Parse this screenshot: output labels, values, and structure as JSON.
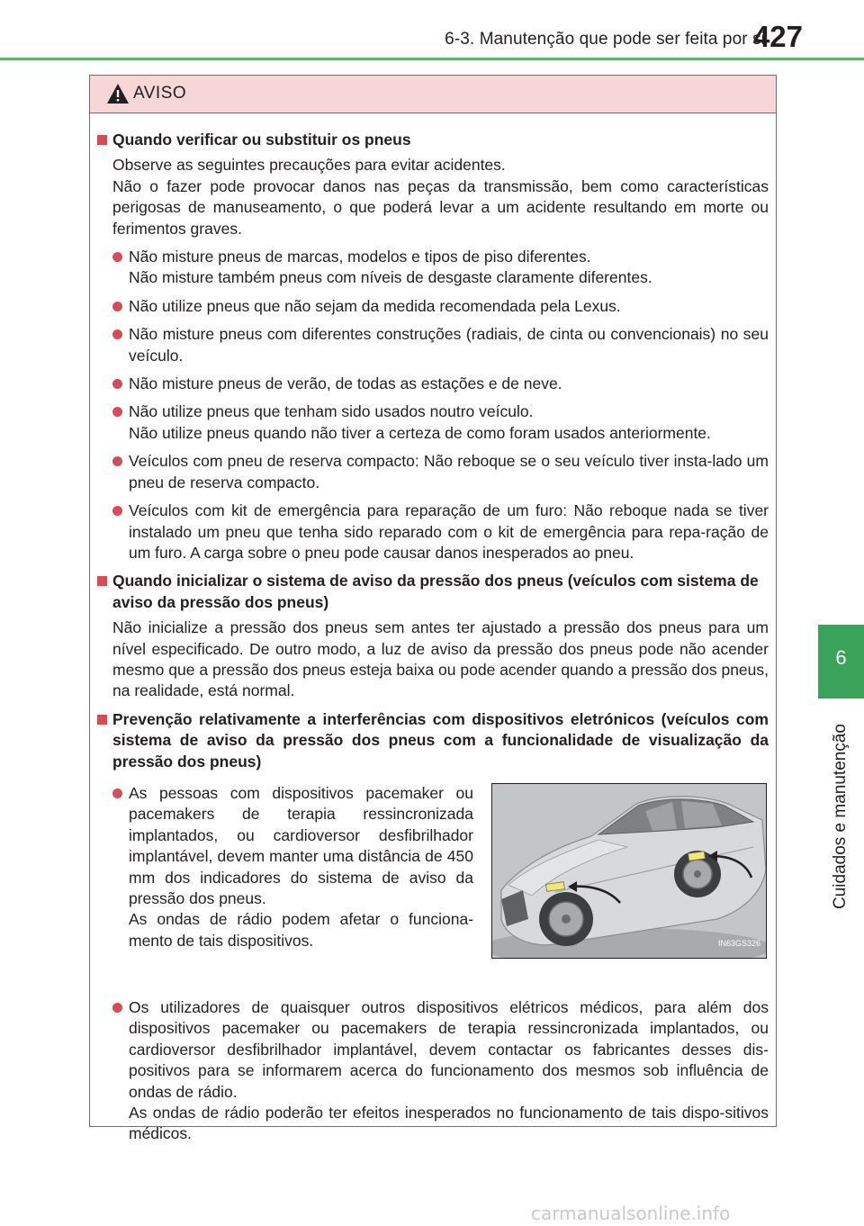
{
  "header": {
    "title": "6-3. Manutenção que pode ser feita por si",
    "page_number": "427"
  },
  "side_tab": {
    "number": "6",
    "label": "Cuidados e manutenção"
  },
  "warning": {
    "title": "AVISO",
    "sections": [
      {
        "heading": "Quando verificar ou substituir os pneus",
        "paragraph": [
          "Observe as seguintes precauções para evitar acidentes.",
          "Não o fazer pode provocar danos nas peças da transmissão, bem como características perigosas de manuseamento, o que poderá levar a um acidente resultando em morte ou ferimentos graves."
        ],
        "bullets": [
          [
            "Não misture pneus de marcas, modelos e tipos de piso diferentes.",
            "Não misture também pneus com níveis de desgaste claramente diferentes."
          ],
          [
            "Não utilize pneus que não sejam da medida recomendada pela Lexus."
          ],
          [
            "Não misture pneus com diferentes construções (radiais, de cinta ou convencionais) no seu veículo."
          ],
          [
            "Não misture pneus de verão, de todas as estações e de neve."
          ],
          [
            "Não utilize pneus que tenham sido usados noutro veículo.",
            "Não utilize pneus quando não tiver a certeza de como foram usados anteriormente."
          ],
          [
            "Veículos com pneu de reserva compacto: Não reboque se o seu veículo tiver insta-lado um pneu de reserva compacto."
          ],
          [
            "Veículos com kit de emergência para reparação de um furo: Não reboque nada se tiver instalado um pneu que tenha sido reparado com o kit de emergência para repa-ração de um furo. A carga sobre o pneu pode causar danos inesperados ao pneu."
          ]
        ]
      },
      {
        "heading": "Quando inicializar o sistema de aviso da pressão dos pneus (veículos com sistema de aviso da pressão dos pneus)",
        "paragraph": [
          "Não inicialize a pressão dos pneus sem antes ter ajustado a pressão dos pneus para um nível especificado. De outro modo, a luz de aviso da pressão dos pneus pode não acender mesmo que a pressão dos pneus esteja baixa ou pode acender quando a pressão dos pneus, na realidade, está normal."
        ]
      },
      {
        "heading": "Prevenção relativamente a interferências com dispositivos eletrónicos (veículos com sistema de aviso da pressão dos pneus com a funcionalidade de visualização da pressão dos pneus)",
        "figure_bullet": [
          "As pessoas com dispositivos pacemaker ou pacemakers de terapia ressincronizada implantados, ou cardioversor desfibrilhador implantável, devem manter uma distância de 450 mm dos indicadores do sistema de aviso da pressão dos pneus.",
          "As ondas de rádio podem afetar o funciona-mento de tais dispositivos."
        ],
        "figure_code": "IN63GS326",
        "last_bullet": [
          "Os utilizadores de quaisquer outros dispositivos elétricos médicos, para além dos dispositivos pacemaker ou pacemakers de terapia ressincronizada implantados, ou cardioversor desfibrilhador implantável, devem contactar os fabricantes desses dis-positivos para se informarem acerca do funcionamento dos mesmos sob influência de ondas de rádio.",
          "As ondas de rádio poderão ter efeitos inesperados no funcionamento de tais dispo-sitivos médicos."
        ]
      }
    ]
  },
  "watermark": "carmanualsonline.info"
}
